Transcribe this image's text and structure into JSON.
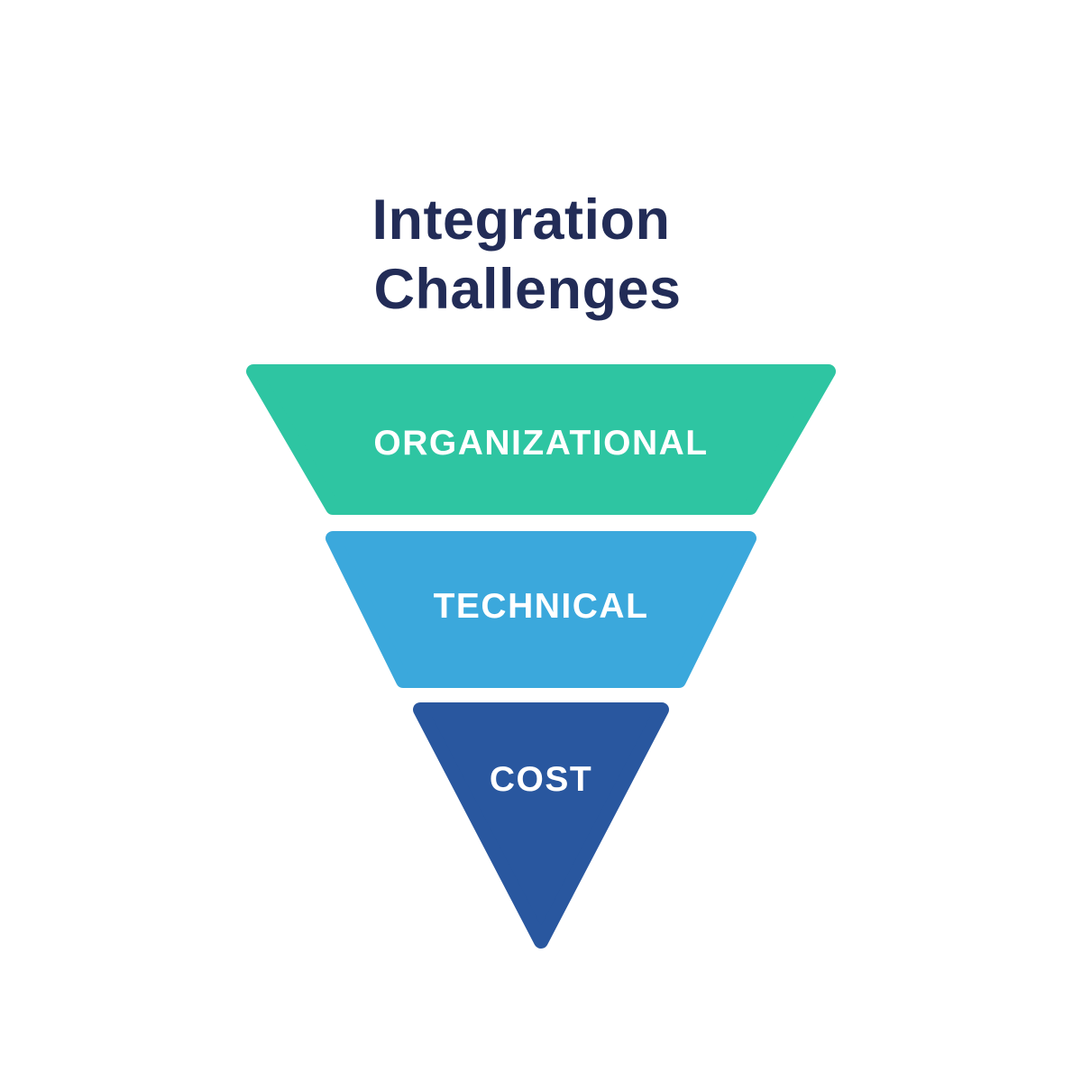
{
  "background_color": "#ffffff",
  "title": {
    "line1": "Integration",
    "line2": "Challenges",
    "color": "#222c57"
  },
  "funnel": {
    "label_color": "#ffffff",
    "levels": [
      {
        "label": "ORGANIZATIONAL",
        "color": "#2ec5a2"
      },
      {
        "label": "TECHNICAL",
        "color": "#3ba8dc"
      },
      {
        "label": "COST",
        "color": "#29579f"
      }
    ]
  }
}
